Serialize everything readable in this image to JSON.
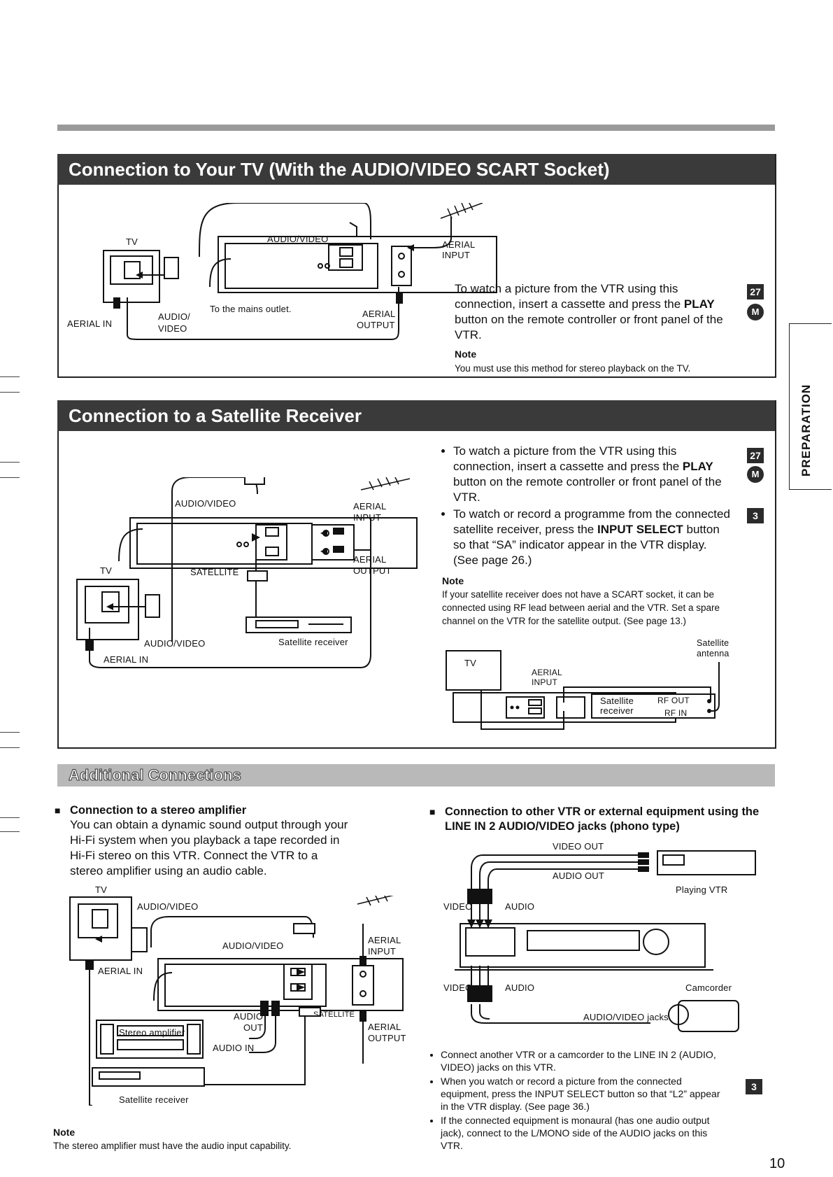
{
  "section1": {
    "title": "Connection to Your TV (With the AUDIO/VIDEO SCART Socket)",
    "labels": {
      "tv": "TV",
      "audio_video": "AUDIO/VIDEO",
      "aerial_input_1": "AERIAL",
      "aerial_input_2": "INPUT",
      "mains": "To the mains outlet.",
      "aerial_in": "AERIAL IN",
      "audio_video_tv_1": "AUDIO/",
      "audio_video_tv_2": "VIDEO",
      "aerial_output_1": "AERIAL",
      "aerial_output_2": "OUTPUT"
    },
    "text": "To watch a picture from the VTR using this connection, insert a cassette and press the ",
    "text_bold": "PLAY",
    "text_end": " button on the remote controller or front panel of the VTR.",
    "note_title": "Note",
    "note": "You must use this method for stereo playback on the TV.",
    "badge": "27",
    "badge_m": "M"
  },
  "section2": {
    "title": "Connection to a Satellite Receiver",
    "labels": {
      "audio_video": "AUDIO/VIDEO",
      "aerial_input_1": "AERIAL",
      "aerial_input_2": "INPUT",
      "aerial_output_1": "AERIAL",
      "aerial_output_2": "OUTPUT",
      "tv": "TV",
      "satellite": "SATELLITE",
      "audio_video_tv": "AUDIO/VIDEO",
      "satellite_receiver": "Satellite receiver",
      "aerial_in": "AERIAL IN"
    },
    "bullet1": "To watch a picture from the VTR using this connection, insert a cassette and press the ",
    "bullet1_bold": "PLAY",
    "bullet1_end": " button on the remote controller or front panel of the VTR.",
    "bullet2": "To watch or record a programme from the connected satellite receiver, press the ",
    "bullet2_bold": "INPUT SELECT",
    "bullet2_end": " button so that “SA” indicator appear in the VTR display. (See page 26.)",
    "note_title": "Note",
    "note": "If your satellite receiver does not have a SCART socket, it can be connected using RF lead between aerial and the VTR. Set a spare channel on the VTR for the satellite output. (See page 13.)",
    "mini": {
      "tv": "TV",
      "aerial_input_1": "AERIAL",
      "aerial_input_2": "INPUT",
      "satellite_antenna_1": "Satellite",
      "satellite_antenna_2": "antenna",
      "satellite_receiver_1": "Satellite",
      "satellite_receiver_2": "receiver",
      "rf_out": "RF OUT",
      "rf_in": "RF IN"
    },
    "badge": "27",
    "badge_m": "M",
    "badge3": "3"
  },
  "section3": {
    "title": "Additional Connections",
    "left": {
      "heading": "Connection to a stereo amplifier",
      "text": "You can obtain a dynamic sound output through your Hi-Fi system when you playback a tape recorded in Hi-Fi stereo on this VTR. Connect the VTR to a stereo amplifier using an audio cable.",
      "labels": {
        "tv": "TV",
        "audio_video": "AUDIO/VIDEO",
        "audio_video_2": "AUDIO/VIDEO",
        "aerial_input_1": "AERIAL",
        "aerial_input_2": "INPUT",
        "aerial_in": "AERIAL IN",
        "audio_out_1": "AUDIO",
        "audio_out_2": "OUT",
        "satellite": "SATELLITE",
        "aerial_output_1": "AERIAL",
        "aerial_output_2": "OUTPUT",
        "stereo_amplifier": "Stereo amplifier",
        "audio_in": "AUDIO IN",
        "satellite_receiver": "Satellite receiver"
      },
      "note_title": "Note",
      "note": "The stereo amplifier must have the audio input capability."
    },
    "right": {
      "heading": "Connection to other VTR or external equipment using the LINE IN 2 AUDIO/VIDEO jacks (phono type)",
      "labels": {
        "video_out": "VIDEO OUT",
        "audio_out": "AUDIO OUT",
        "playing_vtr": "Playing VTR",
        "video_1": "VIDEO",
        "audio_1": "AUDIO",
        "video_2": "VIDEO",
        "audio_2": "AUDIO",
        "camcorder": "Camcorder",
        "av_jacks": "AUDIO/VIDEO jacks"
      },
      "bullets": [
        "Connect another VTR or a camcorder to the LINE IN 2 (AUDIO, VIDEO) jacks on this VTR.",
        "When you watch or record a picture from the connected equipment, press the INPUT SELECT button so that “L2” appear in the VTR display. (See page 36.)",
        "If the connected equipment is monaural (has one audio output jack), connect to the L/MONO side of the AUDIO jacks on this VTR."
      ],
      "badge3": "3"
    }
  },
  "side_tab": "PREPARATION",
  "page_number": "10"
}
